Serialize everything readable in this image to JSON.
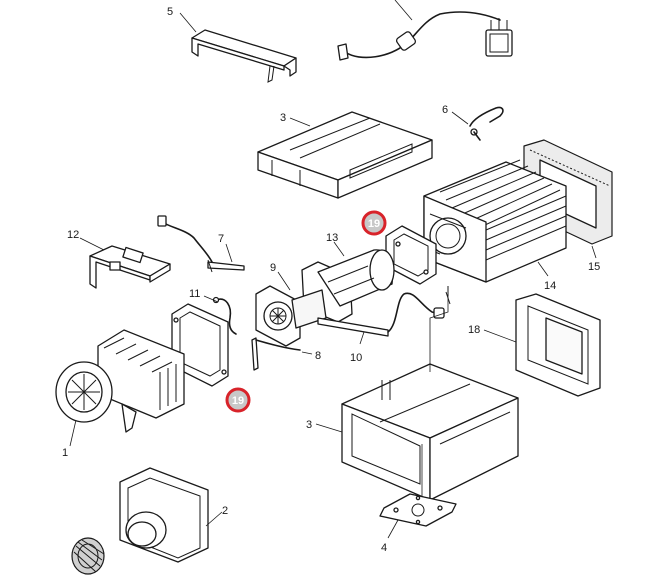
{
  "title": "Heater exploded parts diagram",
  "colors": {
    "highlight": "#d8232a",
    "line": "#1a1a1a",
    "badge_fill": "#c8c8c8"
  },
  "labels": {
    "p5": "5",
    "p3_top": "3",
    "p6": "6",
    "p19_a": "19",
    "p12": "12",
    "p7": "7",
    "p13": "13",
    "p15": "15",
    "p14": "14",
    "p11": "11",
    "p9": "9",
    "p8": "8",
    "p10": "10",
    "p18": "18",
    "p19_b": "19",
    "p1": "1",
    "p3_bottom": "3",
    "p2": "2",
    "p4": "4"
  }
}
